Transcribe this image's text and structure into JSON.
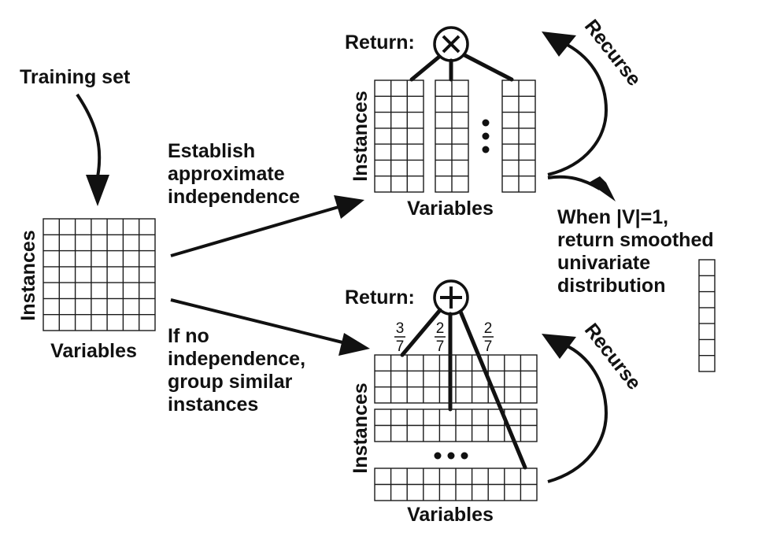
{
  "labels": {
    "training_set": "Training set",
    "instances": "Instances",
    "variables": "Variables",
    "establish": [
      "Establish",
      "approximate",
      "independence"
    ],
    "no_independence": [
      "If no",
      "independence,",
      "group similar",
      "instances"
    ],
    "return_label": "Return:",
    "recurse": "Recurse",
    "base_case": [
      "When |V|=1,",
      "return smoothed",
      "univariate",
      "distribution"
    ]
  },
  "symbols": {
    "product_node": "⊗",
    "sum_node": "⊕",
    "product_node_icon": "times-circle-icon",
    "sum_node_icon": "plus-circle-icon"
  },
  "weights": [
    {
      "numerator": "3",
      "denominator": "7"
    },
    {
      "numerator": "2",
      "denominator": "7"
    },
    {
      "numerator": "2",
      "denominator": "7"
    }
  ],
  "ellipsis": "• • •"
}
